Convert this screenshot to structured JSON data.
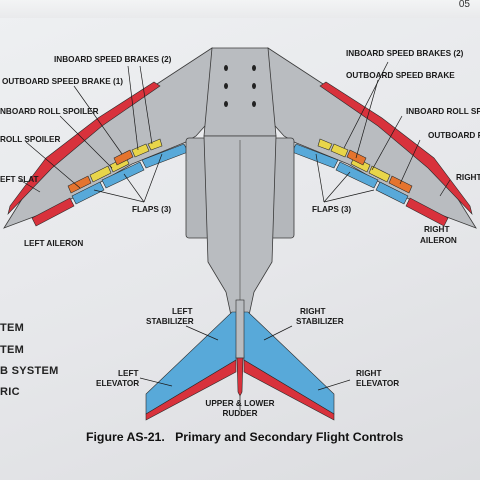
{
  "page_number": "05",
  "figure": {
    "number": "Figure AS-21.",
    "title": "Primary and Secondary Flight Controls"
  },
  "labels": {
    "inboard_speed_brakes_left": "INBOARD SPEED BRAKES (2)",
    "outboard_speed_brake_left": "OUTBOARD SPEED BRAKE (1)",
    "inboard_roll_spoiler_left": "NBOARD ROLL SPOILER",
    "roll_spoiler_left": "ROLL SPOILER",
    "slat_left": "EFT SLAT",
    "left_aileron": "LEFT AILERON",
    "flaps_left": "FLAPS (3)",
    "inboard_speed_brakes_right": "INBOARD SPEED BRAKES (2)",
    "outboard_speed_brake_right": "OUTBOARD SPEED BRAKE",
    "inboard_roll_spoiler_right": "INBOARD ROLL SPOI",
    "outboard_roll_right": "OUTBOARD ROL",
    "right_slat": "RIGHT",
    "right_aileron_1": "RIGHT",
    "right_aileron_2": "AILERON",
    "flaps_right": "FLAPS (3)",
    "left_stabilizer_1": "LEFT",
    "left_stabilizer_2": "STABILIZER",
    "right_stabilizer_1": "RIGHT",
    "right_stabilizer_2": "STABILIZER",
    "left_elevator_1": "LEFT",
    "left_elevator_2": "ELEVATOR",
    "right_elevator_1": "RIGHT",
    "right_elevator_2": "ELEVATOR",
    "rudder_1": "UPPER & LOWER",
    "rudder_2": "RUDDER"
  },
  "legend_items": [
    "TEM",
    "TEM",
    "B SYSTEM",
    "RIC"
  ],
  "colors": {
    "blue": "#58a9d9",
    "red": "#d8323c",
    "yellow": "#e8d54a",
    "orange": "#e4742f",
    "aircraft": "#b9bcc0",
    "outline": "#2a2a2a"
  }
}
